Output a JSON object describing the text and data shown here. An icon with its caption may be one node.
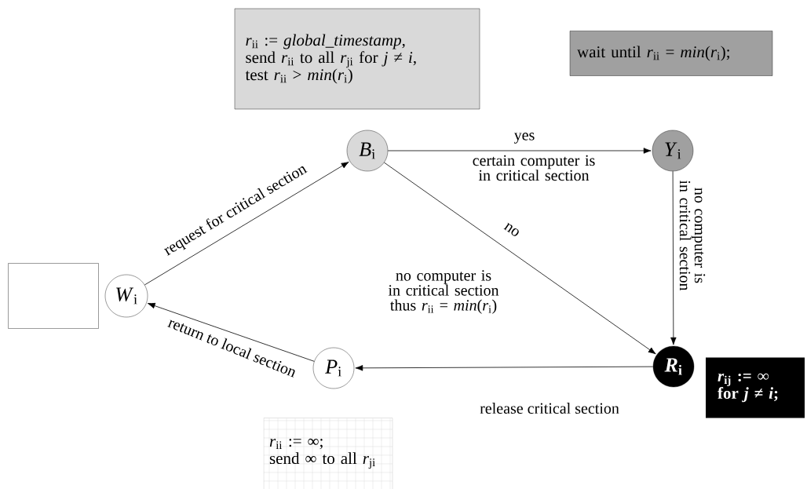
{
  "diagram": {
    "nodes": [
      {
        "text": [],
        "shape": "box"
      },
      {
        "text": [
          "*W*$_{i}$"
        ]
      },
      {
        "text": [
          "*B*$_{i}$"
        ]
      },
      {
        "text": [
          "*Y*$_{i}$"
        ]
      },
      {
        "text": [
          "*R*$_{i}$"
        ]
      },
      {
        "text": [
          "*P*$_{i}$"
        ]
      },
      {
        "text": [
          "*r*$_{ii}$ := *global_timestamp*,",
          "send *r*$_{ii}$ to all *r*$_{ji}$ for *j* ≠ *i*,",
          "test *r*$_{ii}$ > *min*(*r*$_{i}$)"
        ]
      },
      {
        "text": [
          "wait until *r*$_{ii}$ = *min*(*r*$_{i}$);"
        ]
      },
      {
        "text": [
          "*r*$_{ij}$ := ∞ for *j* ≠ *i*;"
        ]
      },
      {
        "text": [
          "*r*$_{ii}$ := ∞;",
          "send ∞ to all *r*$_{ji}$"
        ]
      }
    ],
    "edges": [
      {
        "from": 1,
        "to": 2,
        "arrow": "to",
        "label": "request for critical section"
      },
      {
        "from": 2,
        "to": 3,
        "arrow": "to",
        "label": "yes"
      },
      {
        "from": 2,
        "to": 4,
        "arrow": "to",
        "label": "no"
      },
      {
        "from": 3,
        "to": 4,
        "arrow": "to",
        "label": "no computer is in critical section"
      },
      {
        "from": 4,
        "to": 5,
        "arrow": "to",
        "label": "release critical section"
      },
      {
        "from": 5,
        "to": 1,
        "arrow": "to",
        "label": "return to local section"
      }
    ],
    "labels": [
      "certain computer is in critical section",
      "no computer is in critical section thus *r*$_{ii}$ = *min*(*r*$_{i}$)"
    ]
  }
}
